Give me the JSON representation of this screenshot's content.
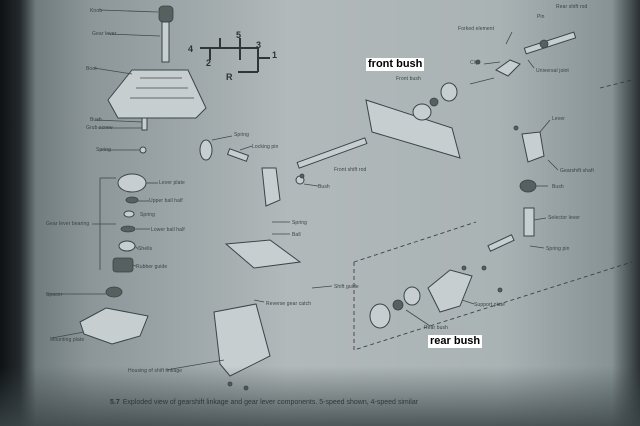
{
  "labels": {
    "knob": "Knob",
    "gear_lever": "Gear lever",
    "boot": "Boot",
    "bush": "Bush",
    "grub_screw": "Grub screw",
    "spring_left": "Spring",
    "lever_plate": "Lever plate",
    "upper_ball_half": "Upper ball half",
    "spring_mid": "Spring",
    "lower_ball_half": "Lower ball half",
    "shells": "Shells",
    "rubber_guide": "Rubber guide",
    "gear_lever_bearing": "Gear lever bearing",
    "spacer": "Spacer",
    "mounting_plate": "Mounting plate",
    "spring_center": "Spring",
    "locking_pin": "Locking pin",
    "front_shift_rod": "Front shift rod",
    "bush_center": "Bush",
    "spring_lower": "Spring",
    "ball": "Ball",
    "shift_guide": "Shift guide",
    "reverse_gear_catch": "Reverse gear catch",
    "housing_of_shift_linkage": "Housing of shift linkage",
    "front_bush_small": "Front bush",
    "forked_element": "Forked element",
    "pin": "Pin",
    "rear_shift_rod": "Rear shift rod",
    "clip": "Clip",
    "universal_joint": "Universal joint",
    "lever": "Lever",
    "gearshift_shaft": "Gearshift shaft",
    "bush_right": "Bush",
    "selector_lever": "Selector lever",
    "spring_pin": "Spring pin",
    "support_plate": "Support plate",
    "rear_bush_small": "Rear bush"
  },
  "gear_pattern": {
    "g1": "1",
    "g2": "2",
    "g3": "3",
    "g4": "4",
    "g5": "5",
    "gr": "R"
  },
  "annotations": {
    "front_bush": "front bush",
    "rear_bush": "rear bush"
  },
  "caption": {
    "number": "5.7",
    "text": "Exploded view of gearshift linkage and gear lever components. 5-speed shown, 4-speed similar"
  }
}
